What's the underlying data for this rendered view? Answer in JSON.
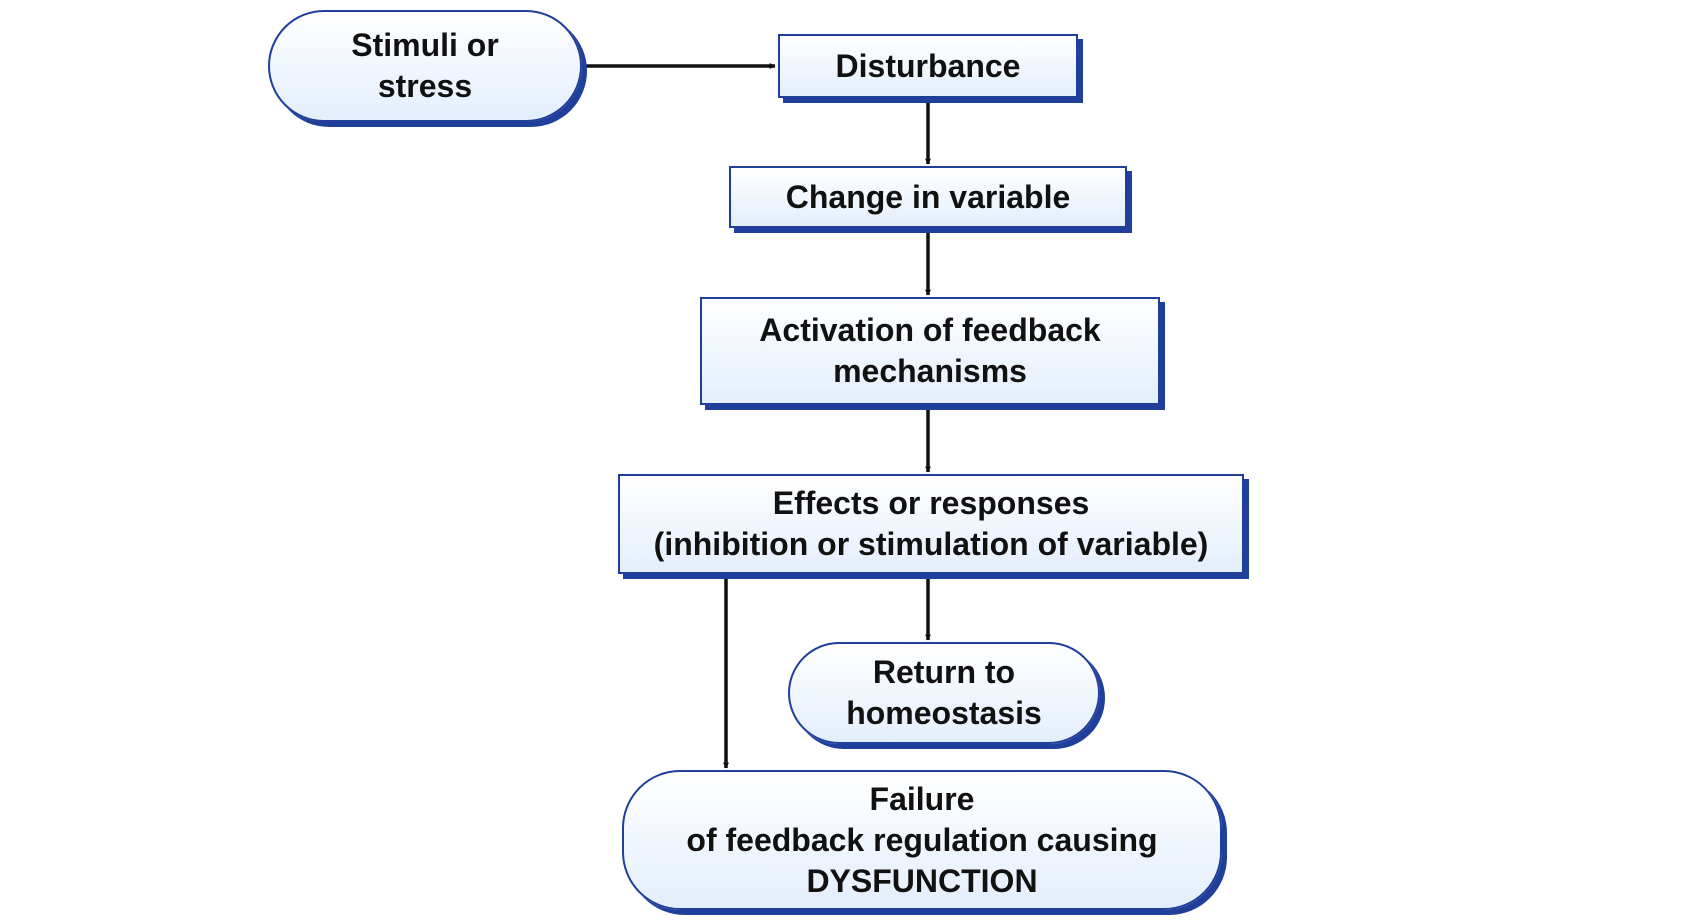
{
  "colors": {
    "border": "#1f3f9a",
    "fill_top": "#ffffff",
    "fill_bottom": "#e3eefc",
    "arrow": "#111111",
    "text": "#111111"
  },
  "nodes": {
    "stimuli": {
      "lines": [
        "Stimuli or",
        "stress"
      ]
    },
    "disturbance": {
      "lines": [
        "Disturbance"
      ]
    },
    "change": {
      "lines": [
        "Change in variable"
      ]
    },
    "activation": {
      "lines": [
        "Activation of feedback",
        "mechanisms"
      ]
    },
    "effects": {
      "lines": [
        "Effects or responses",
        "(inhibition or stimulation of variable)"
      ]
    },
    "return": {
      "lines": [
        "Return to",
        "homeostasis"
      ]
    },
    "failure": {
      "lines": [
        "Failure",
        "of feedback regulation causing",
        "DYSFUNCTION"
      ]
    }
  },
  "edges": [
    {
      "from": "stimuli",
      "to": "disturbance"
    },
    {
      "from": "disturbance",
      "to": "change"
    },
    {
      "from": "change",
      "to": "activation"
    },
    {
      "from": "activation",
      "to": "effects"
    },
    {
      "from": "effects",
      "to": "return"
    },
    {
      "from": "effects",
      "to": "failure"
    }
  ]
}
